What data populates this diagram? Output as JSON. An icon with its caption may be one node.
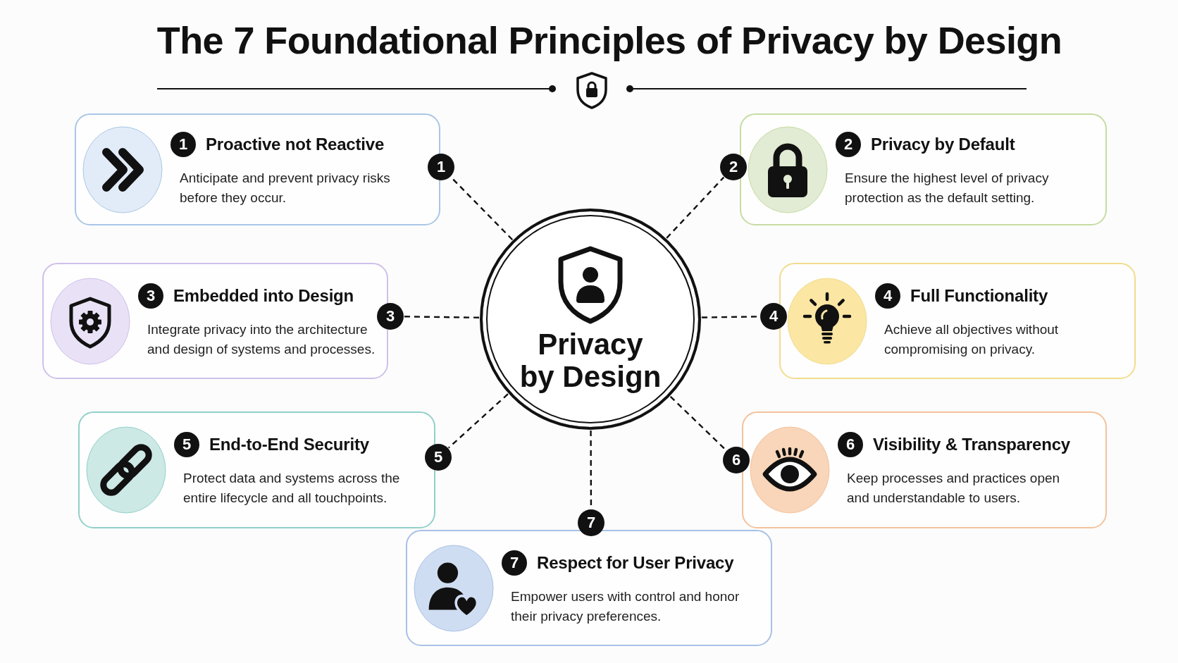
{
  "diagram": {
    "title": "The 7 Foundational Principles of Privacy by Design",
    "nodes": [
      {
        "text": [
          "Privacy by Design"
        ]
      },
      {
        "text": [
          "Proactive not Reactive",
          "Anticipate and prevent privacy risks before they occur."
        ]
      },
      {
        "text": [
          "1"
        ],
        "in": 1
      },
      {
        "text": [
          "1"
        ]
      },
      {
        "text": [
          "Privacy by Default",
          "Ensure the highest level of privacy protection as the default setting."
        ]
      },
      {
        "text": [
          "2"
        ],
        "in": 4
      },
      {
        "text": [
          "2"
        ]
      },
      {
        "text": [
          "Embedded into Design",
          "Integrate privacy into the architecture and design of systems and processes."
        ]
      },
      {
        "text": [
          "3"
        ],
        "in": 7
      },
      {
        "text": [
          "3"
        ]
      },
      {
        "text": [
          "Full Functionality",
          "Achieve all objectives without compromising on privacy."
        ]
      },
      {
        "text": [
          "4"
        ],
        "in": 10
      },
      {
        "text": [
          "4"
        ]
      },
      {
        "text": [
          "End-to-End Security",
          "Protect data and systems across the entire lifecycle and all touchpoints."
        ]
      },
      {
        "text": [
          "5"
        ],
        "in": 13
      },
      {
        "text": [
          "5"
        ]
      },
      {
        "text": [
          "Visibility & Transparency",
          "Keep processes and practices open and understandable to users."
        ]
      },
      {
        "text": [
          "6"
        ],
        "in": 16
      },
      {
        "text": [
          "6"
        ]
      },
      {
        "text": [
          "Respect for User Privacy",
          "Empower users with control and honor their privacy preferences."
        ]
      },
      {
        "text": [
          "7"
        ],
        "in": 19
      },
      {
        "text": [
          "7"
        ]
      }
    ],
    "edges": [
      {
        "from": 0,
        "to": 3,
        "arrow": "none",
        "style": "dashed"
      },
      {
        "from": 0,
        "to": 6,
        "arrow": "none",
        "style": "dashed"
      },
      {
        "from": 0,
        "to": 9,
        "arrow": "none",
        "style": "dashed"
      },
      {
        "from": 0,
        "to": 12,
        "arrow": "none",
        "style": "dashed"
      },
      {
        "from": 0,
        "to": 15,
        "arrow": "none",
        "style": "dashed"
      },
      {
        "from": 0,
        "to": 18,
        "arrow": "none",
        "style": "dashed"
      },
      {
        "from": 0,
        "to": 21,
        "arrow": "none",
        "style": "dashed"
      }
    ]
  }
}
